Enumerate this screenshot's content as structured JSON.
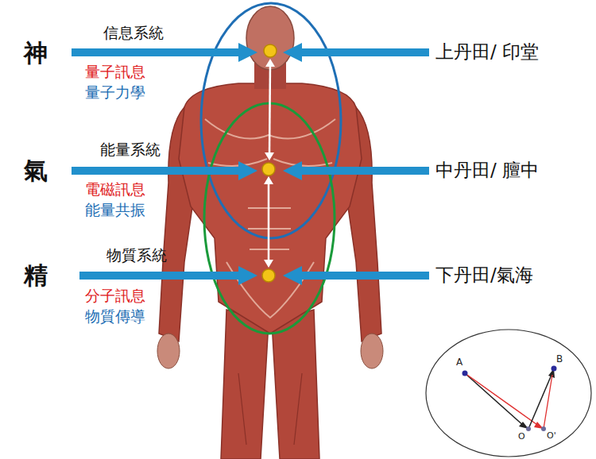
{
  "diagram": {
    "labels": [
      "神",
      "信息系統",
      "上丹田/ 印堂",
      "量子訊息",
      "量子力學",
      "氣",
      "能量系統",
      "中丹田/ 膻中",
      "電磁訊息",
      "能量共振",
      "精",
      "物質系統",
      "下丹田/氣海",
      "分子訊息",
      "物質傳導",
      "A",
      "B",
      "O",
      "O'"
    ]
  }
}
